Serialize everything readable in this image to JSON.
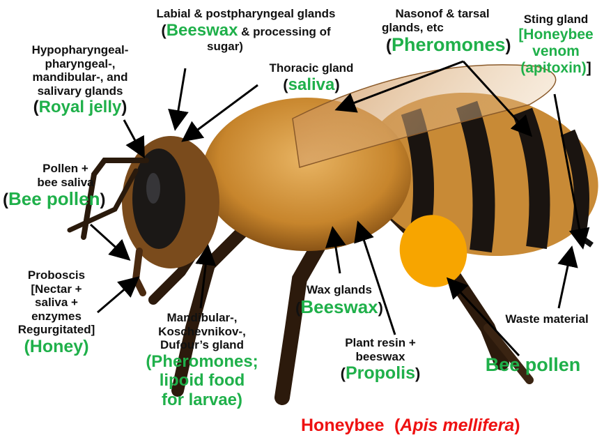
{
  "labels": {
    "labial": {
      "line1": "Labial & postpharyngeal glands",
      "open": "(",
      "product": "Beeswax",
      "rest": "& processing of",
      "line3": "sugar)"
    },
    "hypo": {
      "line1": "Hypopharyngeal-",
      "line2": "pharyngeal-,",
      "line3": "mandibular-,  and",
      "line4": "salivary glands",
      "open": "(",
      "product": "Royal jelly",
      "close": ")"
    },
    "thoracic": {
      "line1": "Thoracic gland",
      "open": "(",
      "product": "saliva",
      "close": ")"
    },
    "nasonof": {
      "line1": "Nasonof & tarsal",
      "line2": "glands, etc",
      "open": "(",
      "product": "Pheromones",
      "close": ")"
    },
    "sting": {
      "line1": "Sting gland",
      "p1": "[Honeybee",
      "p2": "venom",
      "p3": "(apitoxin)",
      "close": "]"
    },
    "pollen_saliva": {
      "line1": "Pollen +",
      "line2": "bee saliva",
      "open": "(",
      "product": "Bee pollen",
      "close": ")"
    },
    "proboscis": {
      "line1": "Proboscis",
      "line2": "[Nectar +",
      "line3": "saliva +",
      "line4": "enzymes",
      "line5": "Regurgitated]",
      "product": "(Honey)"
    },
    "mandibular": {
      "line1": "Mandibular-,",
      "line2": "Koschevnikov-,",
      "line3": "Dufour’s gland",
      "p1": "(Pheromones;",
      "p2": "lipoid food",
      "p3": "for larvae)"
    },
    "wax": {
      "line1": "Wax glands",
      "open": "(",
      "product": "Beeswax",
      "close": ")"
    },
    "resin": {
      "line1": "Plant resin +",
      "line2": "beeswax",
      "open": "(",
      "product": "Propolis",
      "close": ")"
    },
    "waste": {
      "line1": "Waste material"
    },
    "bee_pollen": {
      "product": "Bee pollen"
    }
  },
  "title": {
    "common": "Honeybee",
    "open": "(",
    "scientific": "Apis mellifera",
    "close": ")"
  },
  "colors": {
    "product_green": "#1fb04a",
    "title_red": "#e11111",
    "text": "#111111"
  }
}
